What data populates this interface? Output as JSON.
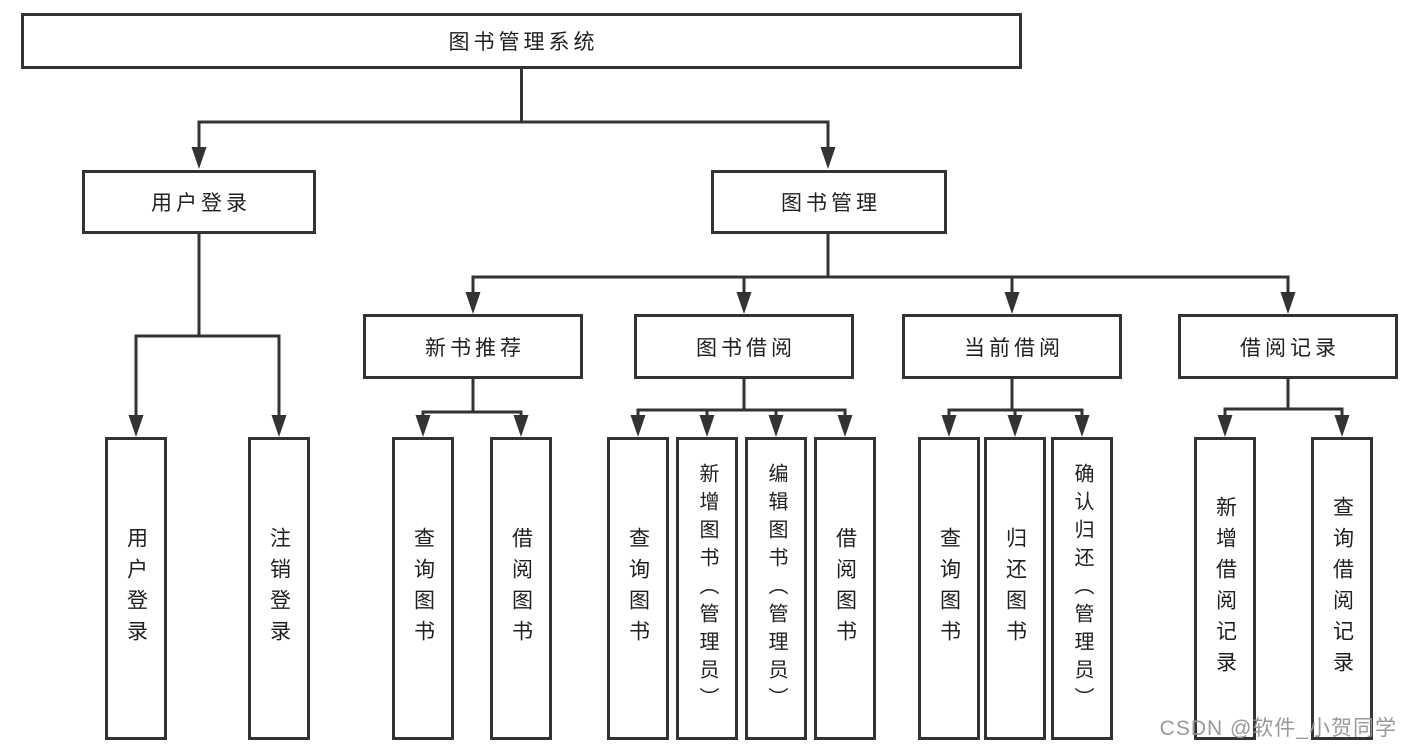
{
  "diagram": {
    "title": "图书管理系统",
    "branches": [
      {
        "label": "用户登录",
        "children": [
          "用户登录",
          "注销登录"
        ]
      },
      {
        "label": "图书管理",
        "sections": [
          {
            "label": "新书推荐",
            "children": [
              "查询图书",
              "借阅图书"
            ]
          },
          {
            "label": "图书借阅",
            "children": [
              "查询图书",
              "新增图书（管理员）",
              "编辑图书（管理员）",
              "借阅图书"
            ]
          },
          {
            "label": "当前借阅",
            "children": [
              "查询图书",
              "归还图书",
              "确认归还（管理员）"
            ]
          },
          {
            "label": "借阅记录",
            "children": [
              "新增借阅记录",
              "查询借阅记录"
            ]
          }
        ]
      }
    ]
  },
  "watermark": {
    "text": "CSDN @软件_小贺同学"
  },
  "colors": {
    "line": "#333333",
    "box_border": "#333333",
    "text": "#1f1f1f",
    "background": "#ffffff",
    "watermark": "#949494"
  }
}
